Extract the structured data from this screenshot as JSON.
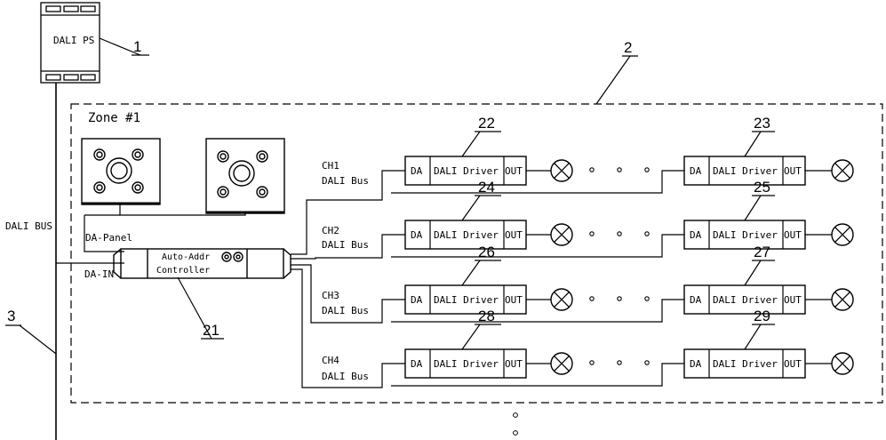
{
  "power_supply": {
    "label": "DALI PS",
    "ref": "1"
  },
  "zone": {
    "label": "Zone #1",
    "ref": "2"
  },
  "bus": {
    "label": "DALI BUS",
    "ref": "3"
  },
  "panel_label": "DA-Panel",
  "input_label": "DA-IN",
  "controller": {
    "line1": "Auto-Addr",
    "line2": "Controller",
    "ref": "21"
  },
  "driver": {
    "da": "DA",
    "name": "DALI Driver",
    "out": "OUT"
  },
  "channels": [
    {
      "name": "CH1",
      "bus": "DALI Bus",
      "left_ref": "22",
      "right_ref": "23"
    },
    {
      "name": "CH2",
      "bus": "DALI Bus",
      "left_ref": "24",
      "right_ref": "25"
    },
    {
      "name": "CH3",
      "bus": "DALI Bus",
      "left_ref": "26",
      "right_ref": "27"
    },
    {
      "name": "CH4",
      "bus": "DALI Bus",
      "left_ref": "28",
      "right_ref": "29"
    }
  ]
}
